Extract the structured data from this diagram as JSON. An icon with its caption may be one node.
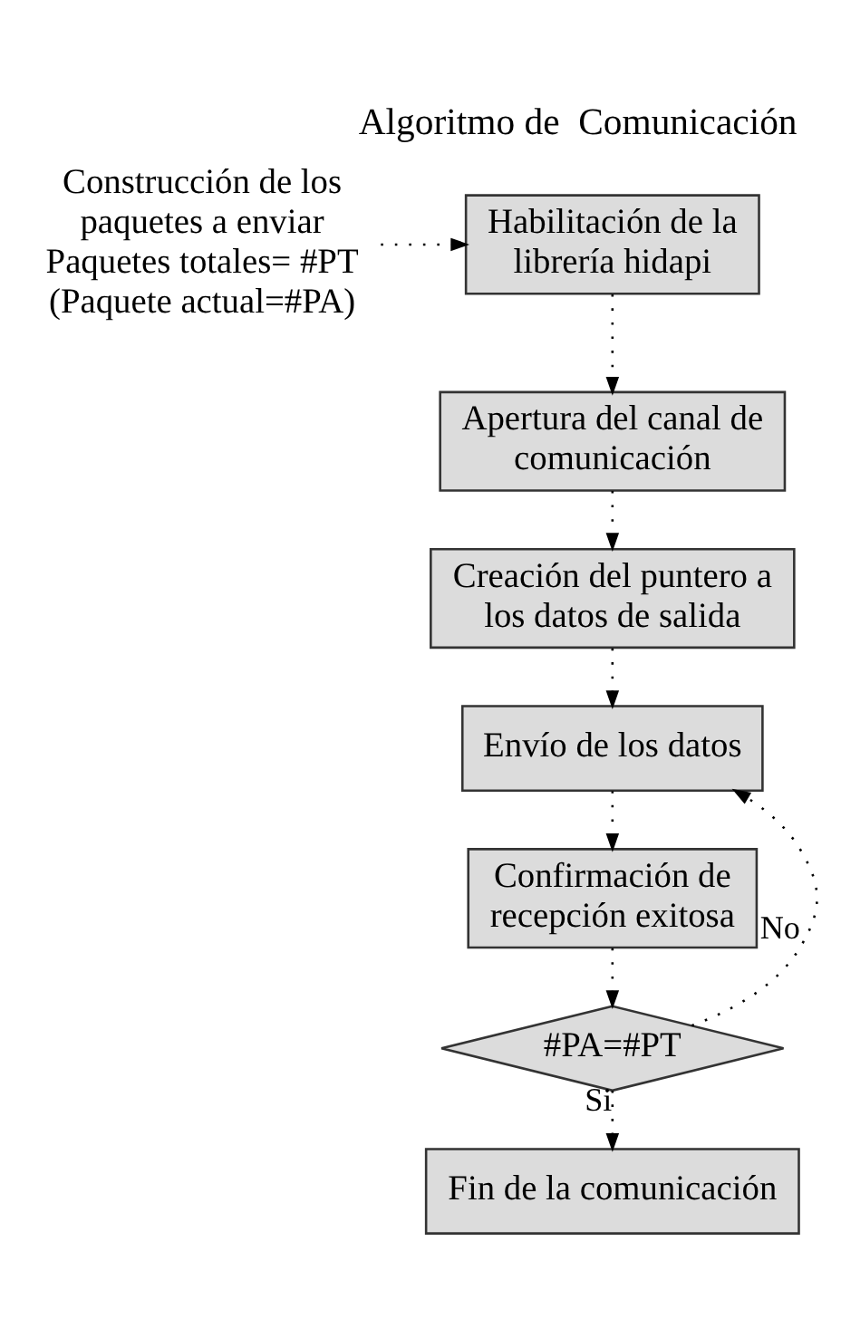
{
  "diagram": {
    "title": "Algoritmo de  Comunicación",
    "nodes": [
      {
        "text": [
          "Construcción de los paquetes a enviar",
          "Paquetes totales= #PT",
          "(Paquete actual=#PA)"
        ]
      },
      {
        "text": [
          "Habilitación de la librería hidapi"
        ]
      },
      {
        "text": [
          "Apertura del canal de comunicación"
        ]
      },
      {
        "text": [
          "Creación del puntero a los datos de salida"
        ]
      },
      {
        "text": [
          "Envío de los datos"
        ]
      },
      {
        "text": [
          "Confirmación de recepción exitosa"
        ]
      },
      {
        "text": [
          "#PA=#PT"
        ]
      },
      {
        "text": [
          "Fin de la comunicación"
        ]
      }
    ],
    "edges": [
      {
        "from": 0,
        "to": 1,
        "arrow": "to"
      },
      {
        "from": 1,
        "to": 2,
        "arrow": "to"
      },
      {
        "from": 2,
        "to": 3,
        "arrow": "to"
      },
      {
        "from": 3,
        "to": 4,
        "arrow": "to"
      },
      {
        "from": 4,
        "to": 5,
        "arrow": "to"
      },
      {
        "from": 5,
        "to": 6,
        "arrow": "to"
      },
      {
        "from": 6,
        "to": 4,
        "arrow": "to",
        "label": "No"
      },
      {
        "from": 6,
        "to": 7,
        "arrow": "to",
        "label": "Si"
      }
    ]
  }
}
